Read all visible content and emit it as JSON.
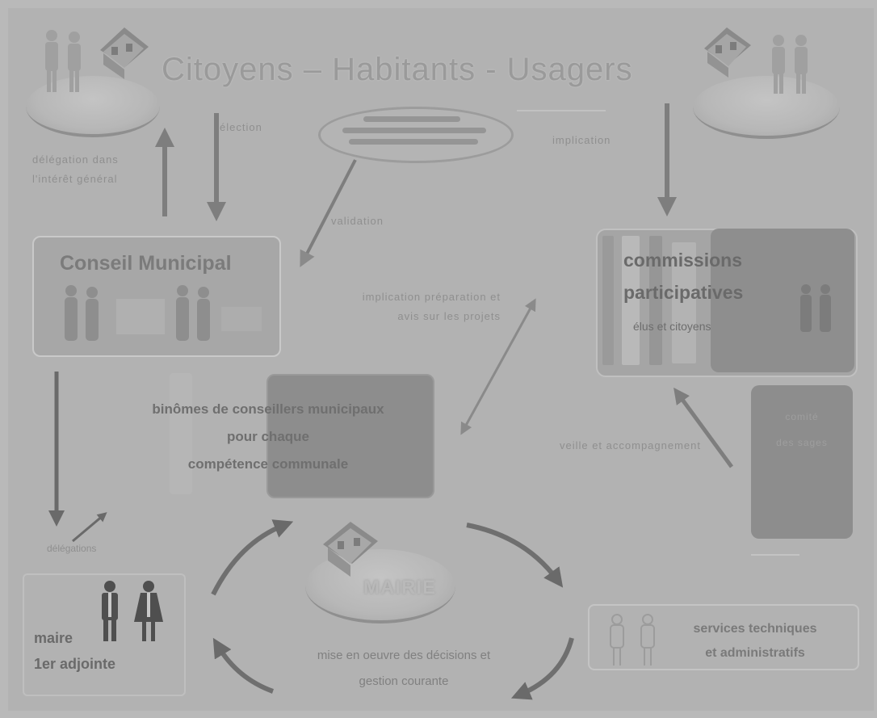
{
  "title": "Citoyens – Habitants - Usagers",
  "labels": {
    "election": "élection",
    "delegation": "délégation dans l'intérêt général",
    "validation": "validation",
    "implication": "implication",
    "preparation": "implication préparation et avis sur les projets",
    "veille": "veille et accompagnement",
    "delegations": "délégations"
  },
  "nodes": {
    "conseil_municipal": "Conseil Municipal",
    "binomes": [
      "binômes de conseillers municipaux",
      "pour chaque",
      "compétence communale"
    ],
    "commissions": [
      "commissions",
      "participatives"
    ],
    "commissions_sub": "élus et citoyens",
    "comite": [
      "comité",
      "des sages"
    ],
    "mairie": "MAIRIE",
    "maire": [
      "maire",
      "1er adjointe"
    ],
    "services": [
      "services techniques",
      "et administratifs"
    ],
    "mise_en_oeuvre": [
      "mise en oeuvre des décisions et",
      "gestion courante"
    ]
  },
  "icons": [
    "citizens-house-icon",
    "town-hall-icon",
    "people-icon",
    "mayor-icon",
    "arrow-icon"
  ]
}
